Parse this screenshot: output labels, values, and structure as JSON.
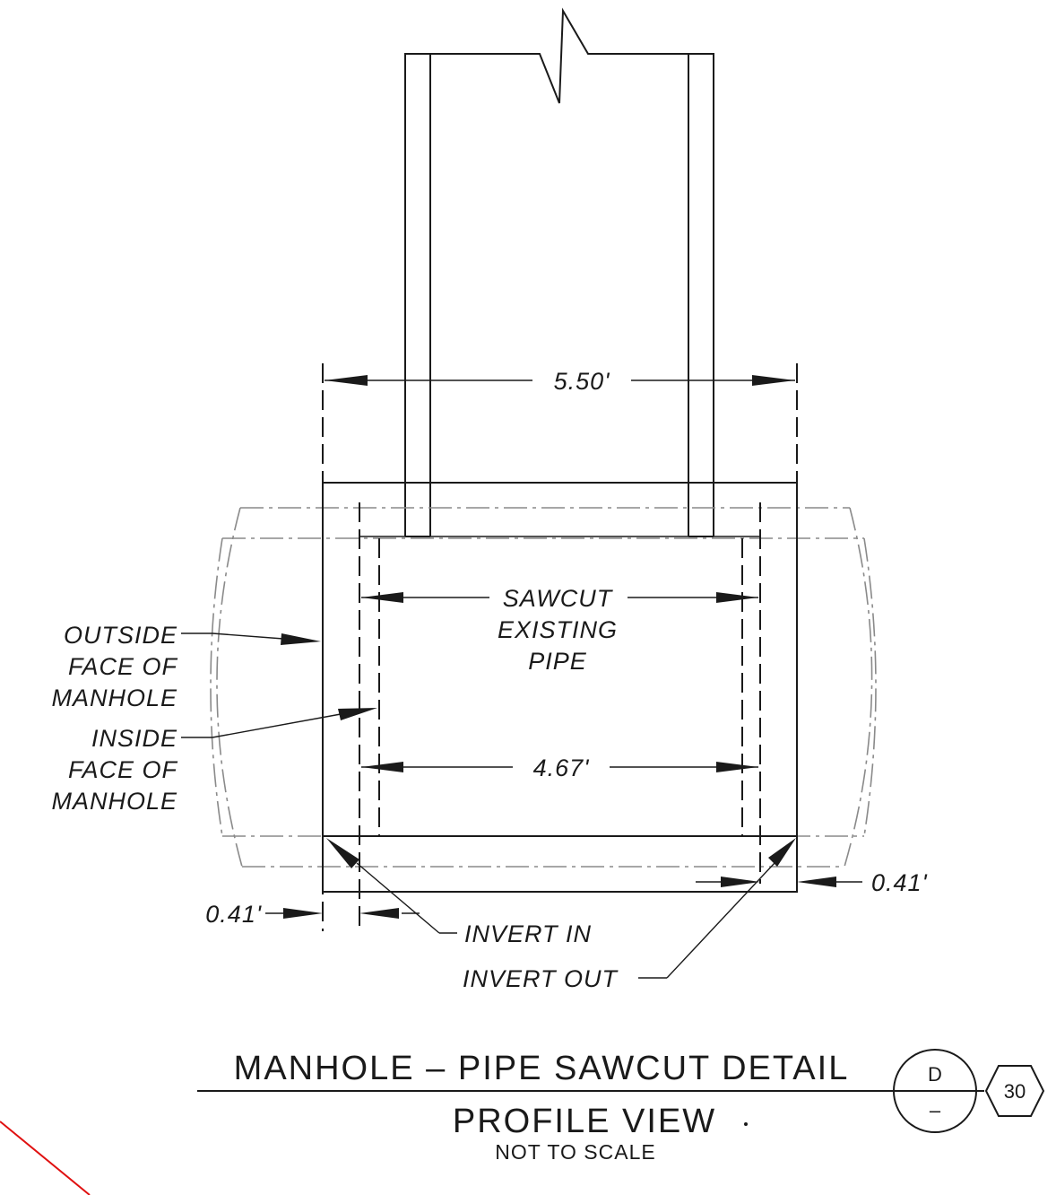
{
  "dimensions": {
    "outer_width": "5.50'",
    "inner_width": "4.67'",
    "wall_left": "0.41'",
    "wall_right": "0.41'"
  },
  "labels": {
    "sawcut": [
      "SAWCUT",
      "EXISTING",
      "PIPE"
    ],
    "outside_face": [
      "OUTSIDE",
      "FACE OF",
      "MANHOLE"
    ],
    "inside_face": [
      "INSIDE",
      "FACE OF",
      "MANHOLE"
    ],
    "invert_in": "INVERT IN",
    "invert_out": "INVERT OUT"
  },
  "title": {
    "main": "MANHOLE – PIPE SAWCUT DETAIL",
    "view": "PROFILE VIEW",
    "scale": "NOT TO SCALE",
    "detail_letter": "D",
    "detail_sheet": "–",
    "sheet_number": "30"
  },
  "colors": {
    "line": "#1a1a1a",
    "hidden": "#8a8a8a",
    "markup": "#e01010"
  }
}
